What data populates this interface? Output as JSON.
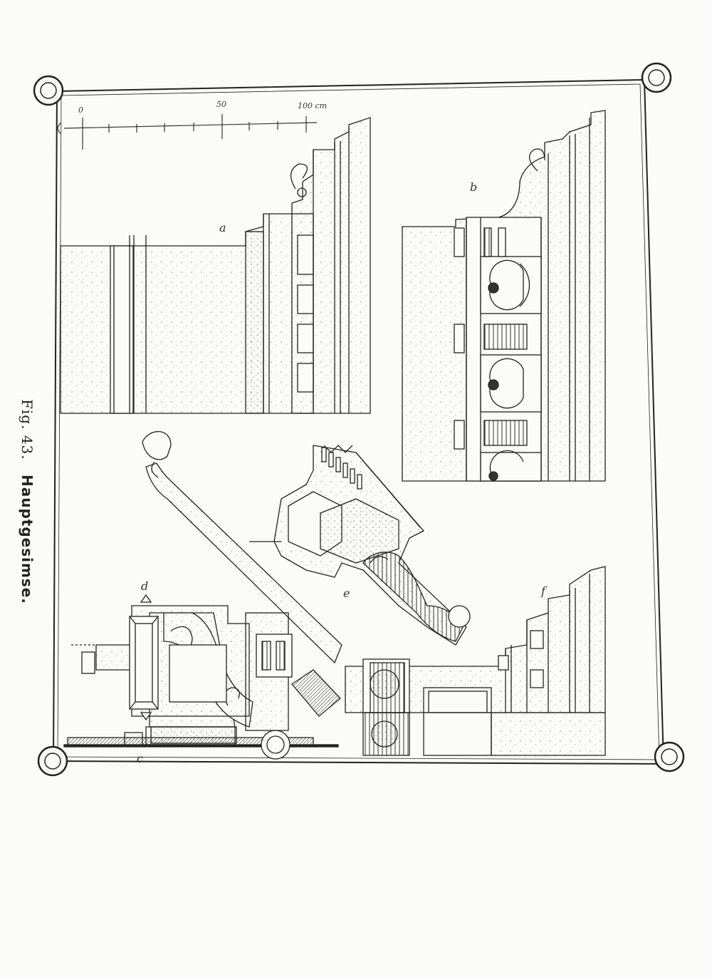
{
  "caption": {
    "figure_number": "Fig. 43.",
    "title": "Hauptgesimse."
  },
  "scale_bar": {
    "ticks": [
      "0",
      "50",
      "100 cm"
    ]
  },
  "drawings": [
    {
      "id": "a",
      "label": "a"
    },
    {
      "id": "b",
      "label": "b"
    },
    {
      "id": "c",
      "label": "c"
    },
    {
      "id": "d",
      "label": "d"
    },
    {
      "id": "e",
      "label": "e"
    },
    {
      "id": "f",
      "label": "f"
    }
  ],
  "colors": {
    "ink": "#222222",
    "paper": "#fbfbf9"
  }
}
